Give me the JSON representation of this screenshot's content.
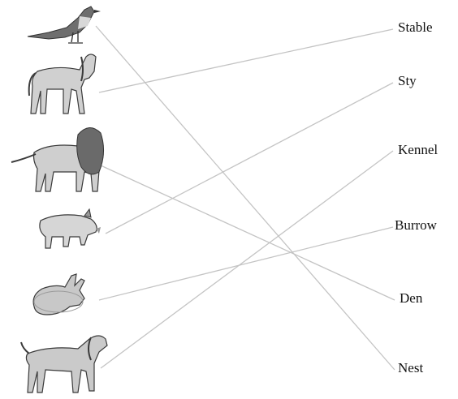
{
  "animals": [
    {
      "name": "bird",
      "icon": "bird-icon"
    },
    {
      "name": "horse",
      "icon": "horse-icon"
    },
    {
      "name": "lion",
      "icon": "lion-icon"
    },
    {
      "name": "pig",
      "icon": "pig-icon"
    },
    {
      "name": "rabbit",
      "icon": "rabbit-icon"
    },
    {
      "name": "dog",
      "icon": "dog-icon"
    }
  ],
  "homes": [
    "Stable",
    "Sty",
    "Kennel",
    "Burrow",
    "Den",
    "Nest"
  ],
  "matches": [
    {
      "animal": "bird",
      "home": "Nest"
    },
    {
      "animal": "horse",
      "home": "Stable"
    },
    {
      "animal": "lion",
      "home": "Den"
    },
    {
      "animal": "pig",
      "home": "Sty"
    },
    {
      "animal": "rabbit",
      "home": "Burrow"
    },
    {
      "animal": "dog",
      "home": "Kennel"
    }
  ],
  "colors": {
    "line": "#c4c4c4",
    "ink": "#4a4a4a",
    "shade": "#9a9a9a",
    "text": "#111111"
  }
}
